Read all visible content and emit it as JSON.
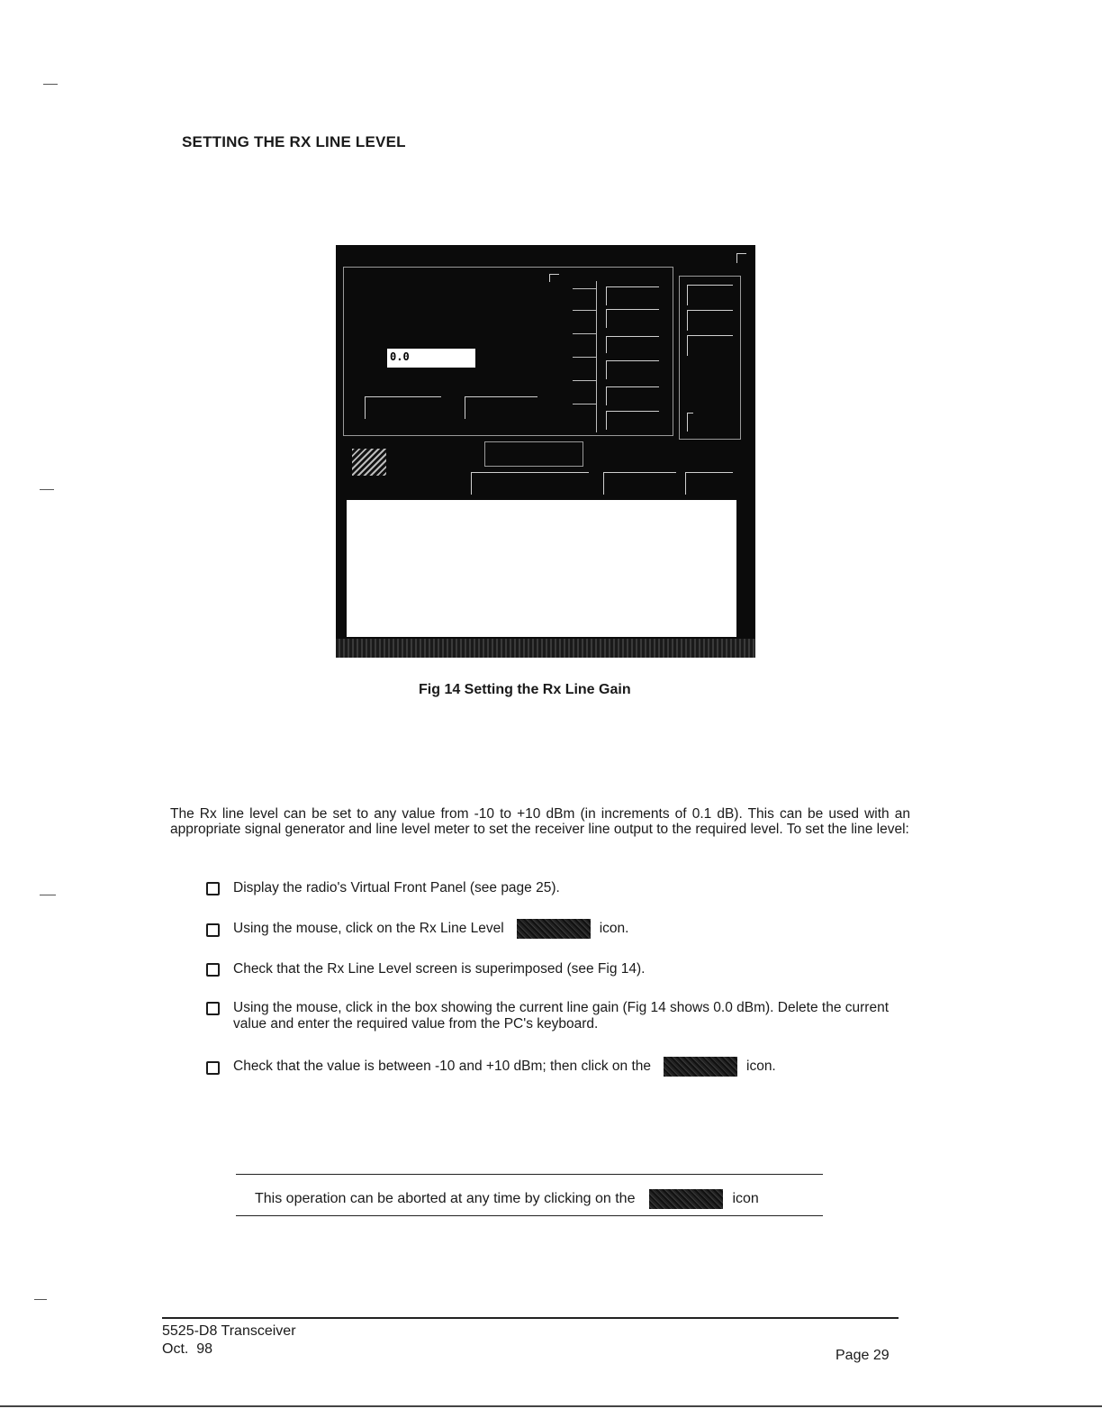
{
  "heading": "SETTING THE RX LINE LEVEL",
  "figure": {
    "field_value": "0.0",
    "caption": "Fig 14  Setting the Rx Line Gain"
  },
  "body": "The Rx line level can be set to any value from -10 to +10 dBm  (in increments of  0.1 dB). This can be used with an appropriate signal generator and line level meter to set the receiver line output to the required level.  To set the line level:",
  "steps": [
    {
      "text": "Display the radio's Virtual Front Panel (see page 25)."
    },
    {
      "before": "Using the mouse, click on the Rx Line Level",
      "after": "icon."
    },
    {
      "text": "Check that the Rx Line Level screen is superimposed (see Fig 14)."
    },
    {
      "text": "Using the mouse, click in the box showing the current line gain (Fig 14 shows 0.0 dBm). Delete the current value and enter the required value from the PC's keyboard."
    },
    {
      "before": "Check that the value is between -10  and +10 dBm; then click on the",
      "after": "icon."
    }
  ],
  "note": {
    "before": "This operation can be aborted at any time by clicking on the",
    "after": "icon"
  },
  "footer": {
    "product": "5525-D8 Transceiver",
    "date": "Oct.  98",
    "page": "Page 29"
  }
}
